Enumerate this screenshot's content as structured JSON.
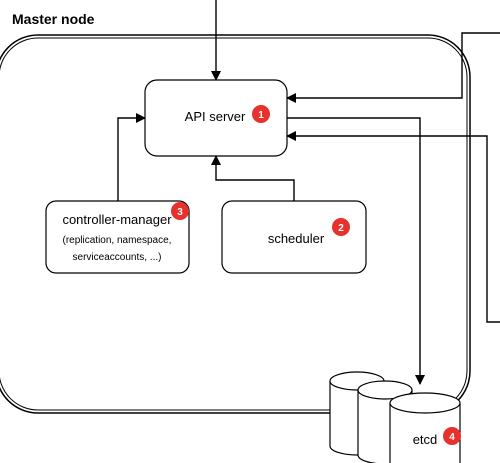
{
  "diagram": {
    "title": "Master node",
    "nodes": {
      "api_server": {
        "label": "API server",
        "badge": "1"
      },
      "scheduler": {
        "label": "scheduler",
        "badge": "2"
      },
      "controller_manager": {
        "label": "controller-manager",
        "detail_line1": "(replication, namespace,",
        "detail_line2": "serviceaccounts, ...)",
        "badge": "3"
      },
      "etcd": {
        "label": "etcd",
        "badge": "4"
      }
    },
    "colors": {
      "badge": "#e8312c",
      "stroke": "#000000",
      "fill": "#ffffff"
    }
  }
}
